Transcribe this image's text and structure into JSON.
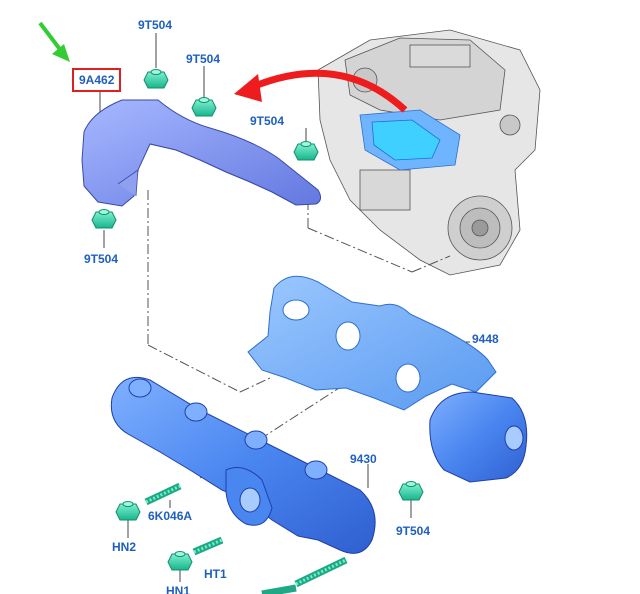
{
  "labels": {
    "heat_shield": "9A462",
    "nut_top_left": "9T504",
    "nut_top_mid": "9T504",
    "nut_right": "9T504",
    "nut_left": "9T504",
    "nut_lower_right": "9T504",
    "gasket": "9448",
    "manifold": "9430",
    "stud_a": "6K046A",
    "nut_hn2": "HN2",
    "stud_ht1": "HT1",
    "nut_hn1": "HN1"
  },
  "colors": {
    "label_blue": "#1f5fbf",
    "highlight_red": "#e02020",
    "pointer_green": "#33cc33",
    "part_blue": "#4a86f0",
    "fastener_green": "#33d6a8",
    "arrow_red": "#ee1c1c"
  },
  "icons": {
    "pointer": "green-arrow-icon",
    "location": "red-curved-arrow-icon"
  }
}
